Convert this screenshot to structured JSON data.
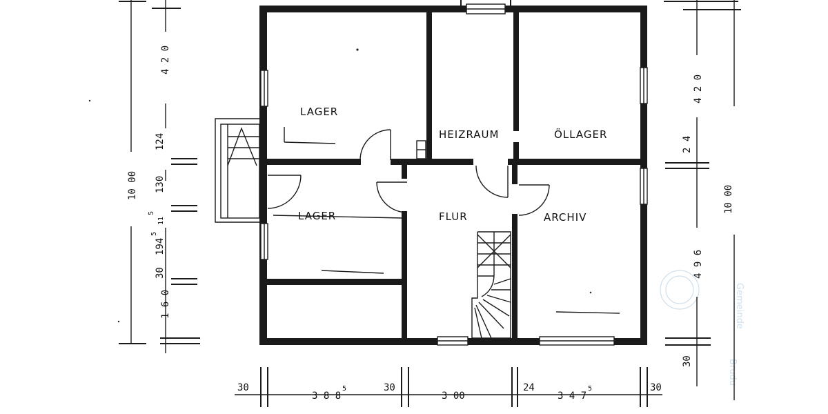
{
  "rooms": {
    "lager_top": "LAGER",
    "heizraum": "HEIZRAUM",
    "oellager": "ÖLLAGER",
    "lager_bottom": "LAGER",
    "flur": "FLUR",
    "archiv": "ARCHIV"
  },
  "dimensions": {
    "left": {
      "d420": "4 2 0",
      "d124": "124",
      "d1000": "10 00",
      "d130": "130",
      "d5": "5",
      "d11": "11",
      "d194_base": "194",
      "d194_sup": "5",
      "d30": "30",
      "d160": "1 6 0"
    },
    "right": {
      "d420": "4 2 0",
      "d24": "2 4",
      "d1000": "10 00",
      "d496": "4 9 6",
      "d30": "30"
    },
    "bottom": {
      "d30a": "30",
      "d388_base": "3 8 8",
      "d388_sup": "5",
      "d30b": "30",
      "d300": "3 00",
      "d24": "24",
      "d347_base": "3 4 7",
      "d347_sup": "5",
      "d30c": "30"
    }
  }
}
